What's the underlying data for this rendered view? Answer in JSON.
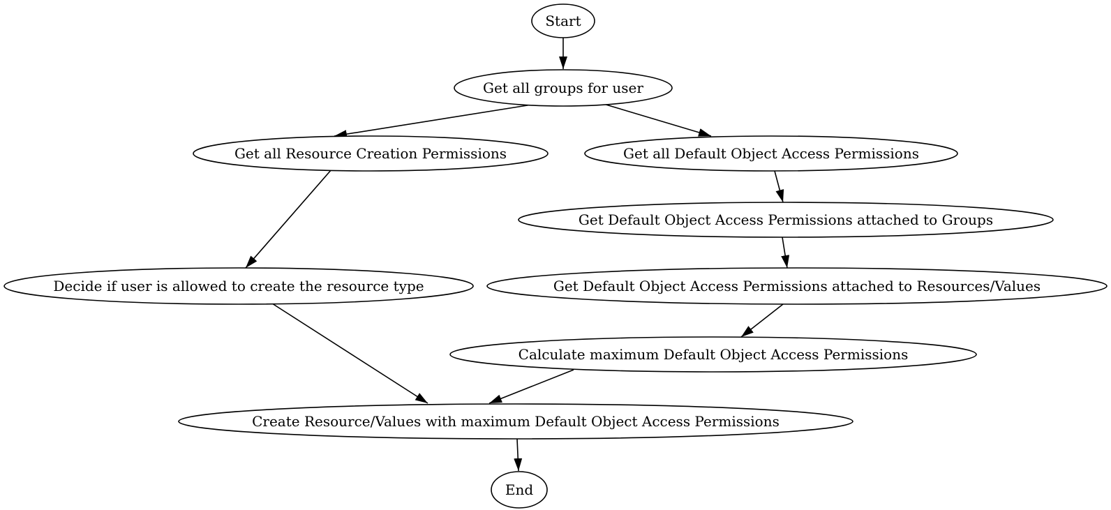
{
  "diagram": {
    "type": "flowchart",
    "background_color": "#ffffff",
    "node_fill": "#ffffff",
    "node_stroke": "#000000",
    "edge_color": "#000000",
    "text_color": "#000000",
    "nodes": {
      "start": {
        "label": "Start",
        "shape": "ellipse"
      },
      "get_groups": {
        "label": "Get all groups for user",
        "shape": "ellipse"
      },
      "get_rcp": {
        "label": "Get all Resource Creation Permissions",
        "shape": "ellipse"
      },
      "get_doap": {
        "label": "Get all Default Object Access Permissions",
        "shape": "ellipse"
      },
      "doap_groups": {
        "label": "Get Default Object Access Permissions attached to Groups",
        "shape": "ellipse"
      },
      "decide": {
        "label": "Decide if user is allowed to create the resource type",
        "shape": "ellipse"
      },
      "doap_resources": {
        "label": "Get Default Object Access Permissions attached to Resources/Values",
        "shape": "ellipse"
      },
      "calc_max": {
        "label": "Calculate maximum Default Object Access Permissions",
        "shape": "ellipse"
      },
      "create": {
        "label": "Create Resource/Values with maximum Default Object Access Permissions",
        "shape": "ellipse"
      },
      "end": {
        "label": "End",
        "shape": "ellipse"
      }
    },
    "edges": [
      {
        "from": "start",
        "to": "get_groups"
      },
      {
        "from": "get_groups",
        "to": "get_rcp"
      },
      {
        "from": "get_groups",
        "to": "get_doap"
      },
      {
        "from": "get_doap",
        "to": "doap_groups"
      },
      {
        "from": "doap_groups",
        "to": "doap_resources"
      },
      {
        "from": "doap_resources",
        "to": "calc_max"
      },
      {
        "from": "decide",
        "to": "create"
      },
      {
        "from": "calc_max",
        "to": "create"
      },
      {
        "from": "get_rcp",
        "to": "decide"
      },
      {
        "from": "create",
        "to": "end"
      }
    ]
  }
}
